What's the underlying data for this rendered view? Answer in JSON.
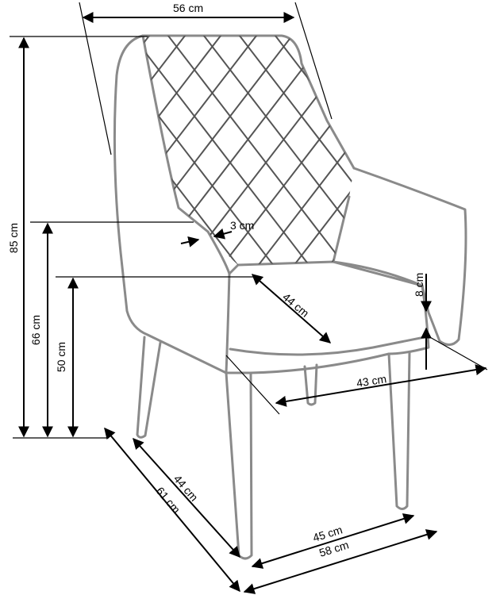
{
  "diagram": {
    "subject": "armchair",
    "dimensions": {
      "overall_width": "56 cm",
      "overall_height": "85 cm",
      "armrest_height": "66 cm",
      "seat_height": "50 cm",
      "arm_thickness": "3 cm",
      "seat_depth": "44 cm",
      "arm_above_seat": "8 cm",
      "seat_width": "43 cm",
      "leg_depth": "44 cm",
      "overall_depth": "61 cm",
      "leg_width": "45 cm",
      "overall_width_bottom": "58 cm"
    }
  }
}
